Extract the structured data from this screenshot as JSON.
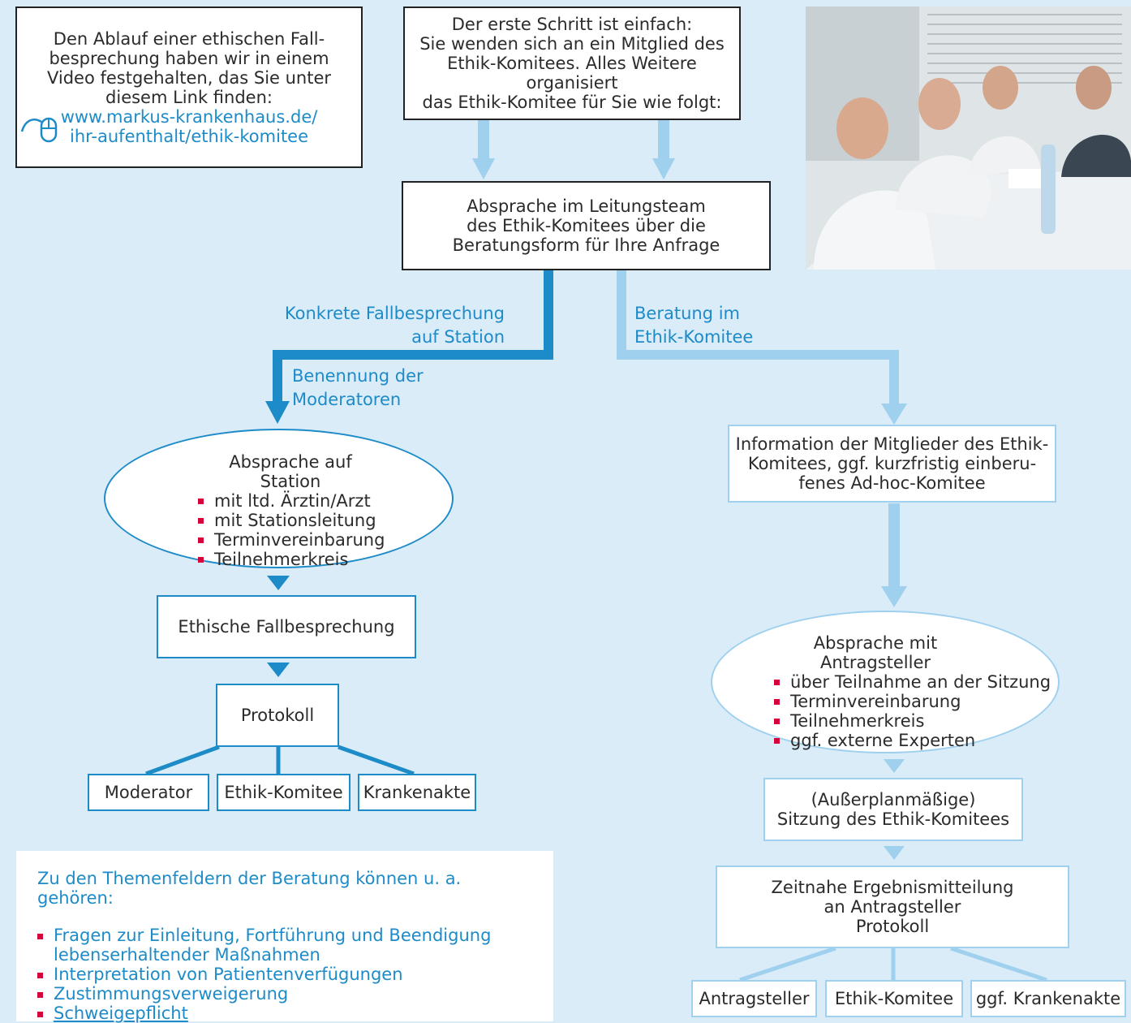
{
  "video_box": {
    "lines": [
      "Den Ablauf einer ethischen Fall-",
      "besprechung haben wir in einem",
      "Video festgehalten, das Sie unter",
      "diesem Link finden:"
    ],
    "link_lines": [
      "www.markus-krankenhaus.de/",
      "ihr-aufenthalt/ethik-komitee"
    ],
    "icon": "mouse-icon"
  },
  "start_box": {
    "lines": [
      "Der erste Schritt ist einfach:",
      "Sie wenden sich an ein Mitglied des",
      "Ethik-Komitees. Alles Weitere organisiert",
      "das Ethik-Komitee für Sie wie folgt:"
    ]
  },
  "leitung_box": {
    "lines": [
      "Absprache im Leitungsteam",
      "des Ethik-Komitees über die",
      "Beratungsform für Ihre Anfrage"
    ]
  },
  "branch_left": {
    "lines": [
      "Konkrete Fallbesprechung",
      "auf Station"
    ]
  },
  "branch_right": {
    "lines": [
      "Beratung im",
      "Ethik-Komitee"
    ]
  },
  "moderatoren": {
    "lines": [
      "Benennung der",
      "Moderatoren"
    ]
  },
  "station_ellipse": {
    "title": "Absprache auf Station",
    "items": [
      "mit ltd. Ärztin/Arzt",
      "mit Stationsleitung",
      "Terminvereinbarung",
      "Teilnehmerkreis"
    ]
  },
  "fallbesprechung": {
    "label": "Ethische Fallbesprechung"
  },
  "protokoll_left": {
    "label": "Protokoll"
  },
  "left_outputs": [
    "Moderator",
    "Ethik-Komitee",
    "Krankenakte"
  ],
  "information_box": {
    "lines": [
      "Information der Mitglieder des Ethik-",
      "Komitees, ggf. kurzfristig einberu-",
      "fenes Ad-hoc-Komitee"
    ]
  },
  "antrag_ellipse": {
    "title": "Absprache mit Antragsteller",
    "items": [
      "über Teilnahme an der Sitzung",
      "Terminvereinbarung",
      "Teilnehmerkreis",
      "ggf. externe Experten"
    ]
  },
  "sitzung_box": {
    "lines": [
      "(Außerplanmäßige)",
      "Sitzung des Ethik-Komitees"
    ]
  },
  "ergebnis_box": {
    "lines": [
      "Zeitnahe Ergebnismitteilung",
      "an Antragsteller",
      "Protokoll"
    ]
  },
  "right_outputs": [
    "Antragsteller",
    "Ethik-Komitee",
    "ggf. Krankenakte"
  ],
  "topics": {
    "intro": "Zu den Themenfeldern der Beratung können u. a. gehören:",
    "items": [
      "Fragen zur Einleitung, Fortführung und Beendigung lebenserhaltender Maßnahmen",
      "Interpretation von Patientenverfügungen",
      "Zustimmungsverweigerung",
      "Schweigepflicht"
    ]
  },
  "colors": {
    "background": "#d9ecf8",
    "dark_blue": "#1e8bc9",
    "light_blue": "#9fd0ee",
    "bullet": "#d6003a"
  }
}
